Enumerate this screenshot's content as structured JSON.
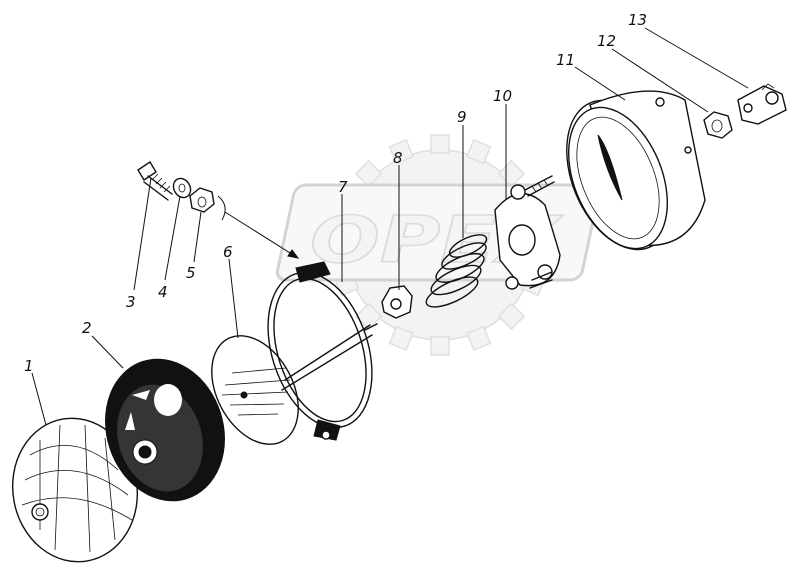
{
  "watermark": {
    "text": "OPEX"
  },
  "callouts": [
    {
      "id": "part-1",
      "label": "1"
    },
    {
      "id": "part-2",
      "label": "2"
    },
    {
      "id": "part-3",
      "label": "3"
    },
    {
      "id": "part-4",
      "label": "4"
    },
    {
      "id": "part-5",
      "label": "5"
    },
    {
      "id": "part-6",
      "label": "6"
    },
    {
      "id": "part-7",
      "label": "7"
    },
    {
      "id": "part-8",
      "label": "8"
    },
    {
      "id": "part-9",
      "label": "9"
    },
    {
      "id": "part-10",
      "label": "10"
    },
    {
      "id": "part-11",
      "label": "11"
    },
    {
      "id": "part-12",
      "label": "12"
    },
    {
      "id": "part-13",
      "label": "13"
    }
  ]
}
